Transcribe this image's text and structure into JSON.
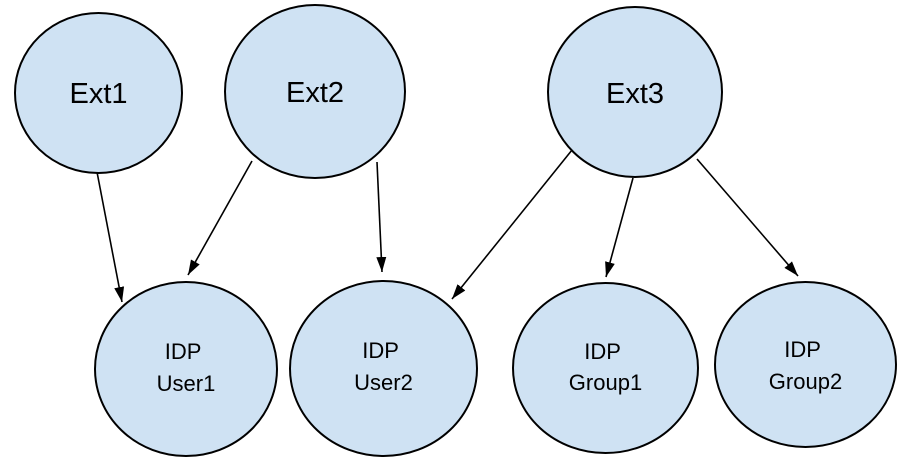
{
  "theme": {
    "background": "#ffffff",
    "node_fill": "#cfe2f3",
    "node_stroke": "#000000",
    "edge_color": "#000000",
    "text_color": "#000000"
  },
  "nodes": {
    "ext1": {
      "label": "Ext1"
    },
    "ext2": {
      "label": "Ext2"
    },
    "ext3": {
      "label": "Ext3"
    },
    "idp_user1": {
      "line1": "IDP",
      "line2": "User1"
    },
    "idp_user2": {
      "line1": "IDP",
      "line2": "User2"
    },
    "idp_group1": {
      "line1": "IDP",
      "line2": "Group1"
    },
    "idp_group2": {
      "line1": "IDP",
      "line2": "Group2"
    }
  },
  "edges": [
    {
      "from": "Ext1",
      "to": "IDP User1"
    },
    {
      "from": "Ext2",
      "to": "IDP User1"
    },
    {
      "from": "Ext2",
      "to": "IDP User2"
    },
    {
      "from": "Ext3",
      "to": "IDP User2"
    },
    {
      "from": "Ext3",
      "to": "IDP Group1"
    },
    {
      "from": "Ext3",
      "to": "IDP Group2"
    }
  ]
}
